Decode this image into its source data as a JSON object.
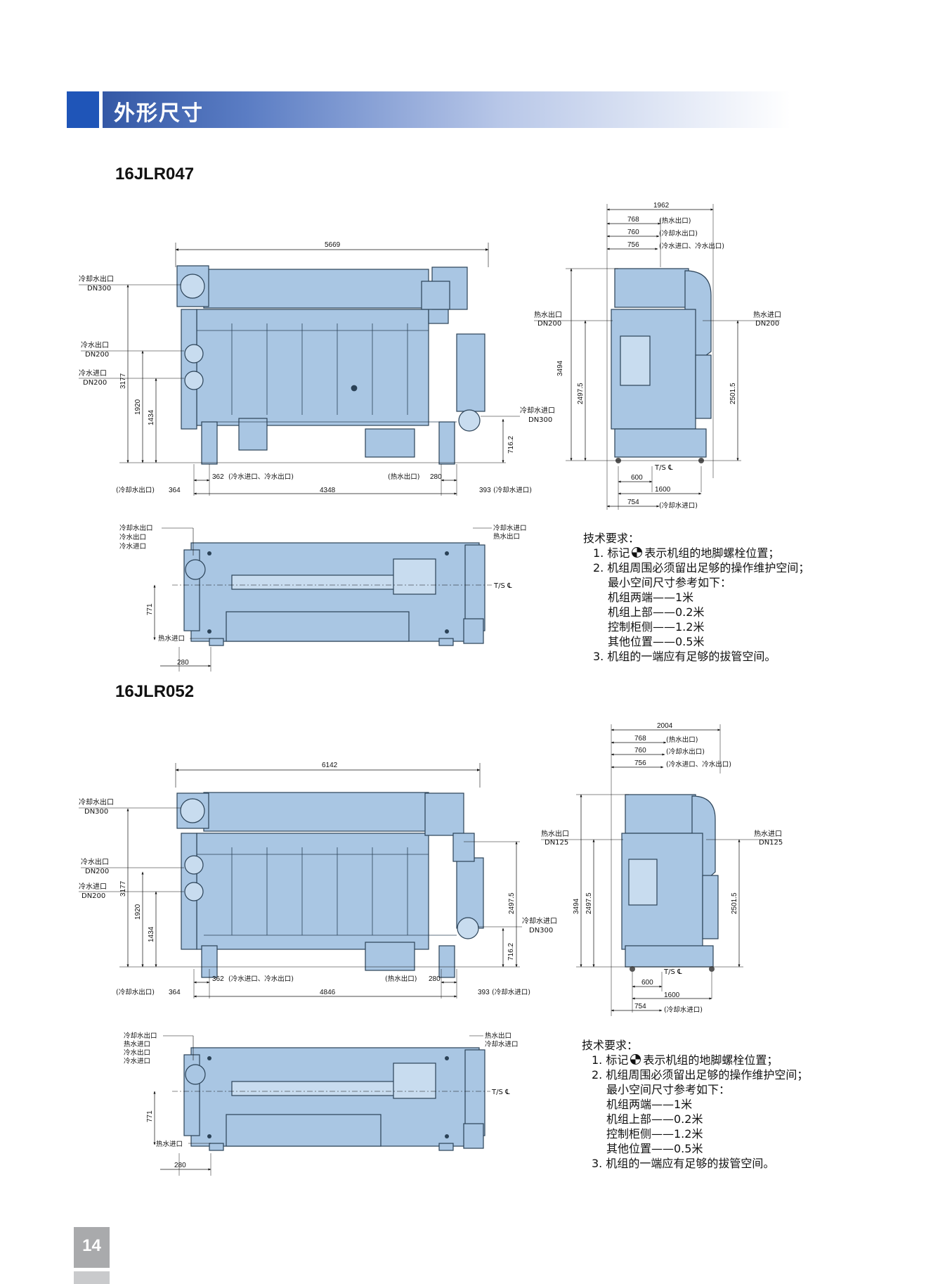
{
  "header": {
    "title": "外形尺寸"
  },
  "page_number": "14",
  "models": [
    {
      "name": "16JLR047",
      "front": {
        "width": "5669",
        "left_labels": [
          {
            "name": "冷却水出口",
            "size": "DN300"
          },
          {
            "name": "冷水出口",
            "size": "DN200"
          },
          {
            "name": "冷水进口",
            "size": "DN200"
          }
        ],
        "right_labels": [
          {
            "name": "冷却水进口",
            "size": "DN300"
          }
        ],
        "heights": [
          "3177",
          "1920",
          "1434",
          "716.2"
        ],
        "bottom": {
          "d362": "362",
          "d362_note": "(冷水进口、冷水出口)",
          "d280_note": "(热水出口)",
          "d280": "280",
          "d364_note": "(冷却水出口)",
          "d364": "364",
          "span": "4348",
          "d393": "393",
          "d393_note": "(冷却水进口)"
        }
      },
      "side": {
        "width": "1962",
        "offsets": [
          {
            "value": "768",
            "note": "(热水出口)"
          },
          {
            "value": "760",
            "note": "(冷却水出口)"
          },
          {
            "value": "756",
            "note": "(冷水进口、冷水出口)"
          }
        ],
        "left_label": {
          "name": "热水出口",
          "size": "DN200"
        },
        "right_label": {
          "name": "热水进口",
          "size": "DN200"
        },
        "heights": [
          "3494",
          "2497.5",
          "2501.5"
        ],
        "ts": "T/S ℄",
        "d600": "600",
        "d1600": "1600",
        "d754": "754",
        "d754_note": "(冷却水进口)"
      },
      "plan": {
        "labels": [
          "冷却水出口",
          "冷水出口",
          "冷水进口"
        ],
        "right_labels": [
          "冷却水进口",
          "热水出口"
        ],
        "ts": "T/S ℄",
        "d771": "771",
        "hot_in": "热水进口",
        "d280": "280"
      }
    },
    {
      "name": "16JLR052",
      "front": {
        "width": "6142",
        "left_labels": [
          {
            "name": "冷却水出口",
            "size": "DN300"
          },
          {
            "name": "冷水出口",
            "size": "DN200"
          },
          {
            "name": "冷水进口",
            "size": "DN200"
          }
        ],
        "right_labels": [
          {
            "name": "冷却水进口",
            "size": "DN300"
          }
        ],
        "heights": [
          "3177",
          "1920",
          "1434",
          "716.2",
          "2497.5"
        ],
        "bottom": {
          "d362": "362",
          "d362_note": "(冷水进口、冷水出口)",
          "d280_note": "(热水出口)",
          "d280": "280",
          "d364_note": "(冷却水出口)",
          "d364": "364",
          "span": "4846",
          "d393": "393",
          "d393_note": "(冷却水进口)"
        }
      },
      "side": {
        "width": "2004",
        "offsets": [
          {
            "value": "768",
            "note": "(热水出口)"
          },
          {
            "value": "760",
            "note": "(冷却水出口)"
          },
          {
            "value": "756",
            "note": "(冷水进口、冷水出口)"
          }
        ],
        "left_label": {
          "name": "热水出口",
          "size": "DN125"
        },
        "right_label": {
          "name": "热水进口",
          "size": "DN125"
        },
        "heights": [
          "3494",
          "2497.5",
          "2501.5"
        ],
        "ts": "T/S ℄",
        "d600": "600",
        "d1600": "1600",
        "d754": "754",
        "d754_note": "(冷却水进口)"
      },
      "plan": {
        "labels": [
          "冷却水出口",
          "热水进口",
          "冷水出口",
          "冷水进口"
        ],
        "right_labels": [
          "热水出口",
          "冷却水进口"
        ],
        "ts": "T/S ℄",
        "d771": "771",
        "hot_in": "热水进口",
        "d280": "280"
      }
    }
  ],
  "requirements": {
    "title": "技术要求：",
    "item1_pre": "1. 标记",
    "item1_post": "表示机组的地脚螺栓位置；",
    "item2": "2. 机组周围必须留出足够的操作维护空间；",
    "item2_sub": "最小空间尺寸参考如下：",
    "clearances": [
      "机组两端——1米",
      "机组上部——0.2米",
      "控制柜侧——1.2米",
      "其他位置——0.5米"
    ],
    "item3": "3. 机组的一端应有足够的拔管空间。"
  },
  "colors": {
    "machine_fill": "#a9c6e3",
    "machine_stroke": "#2b4257",
    "header_blue": "#1f55b8"
  }
}
